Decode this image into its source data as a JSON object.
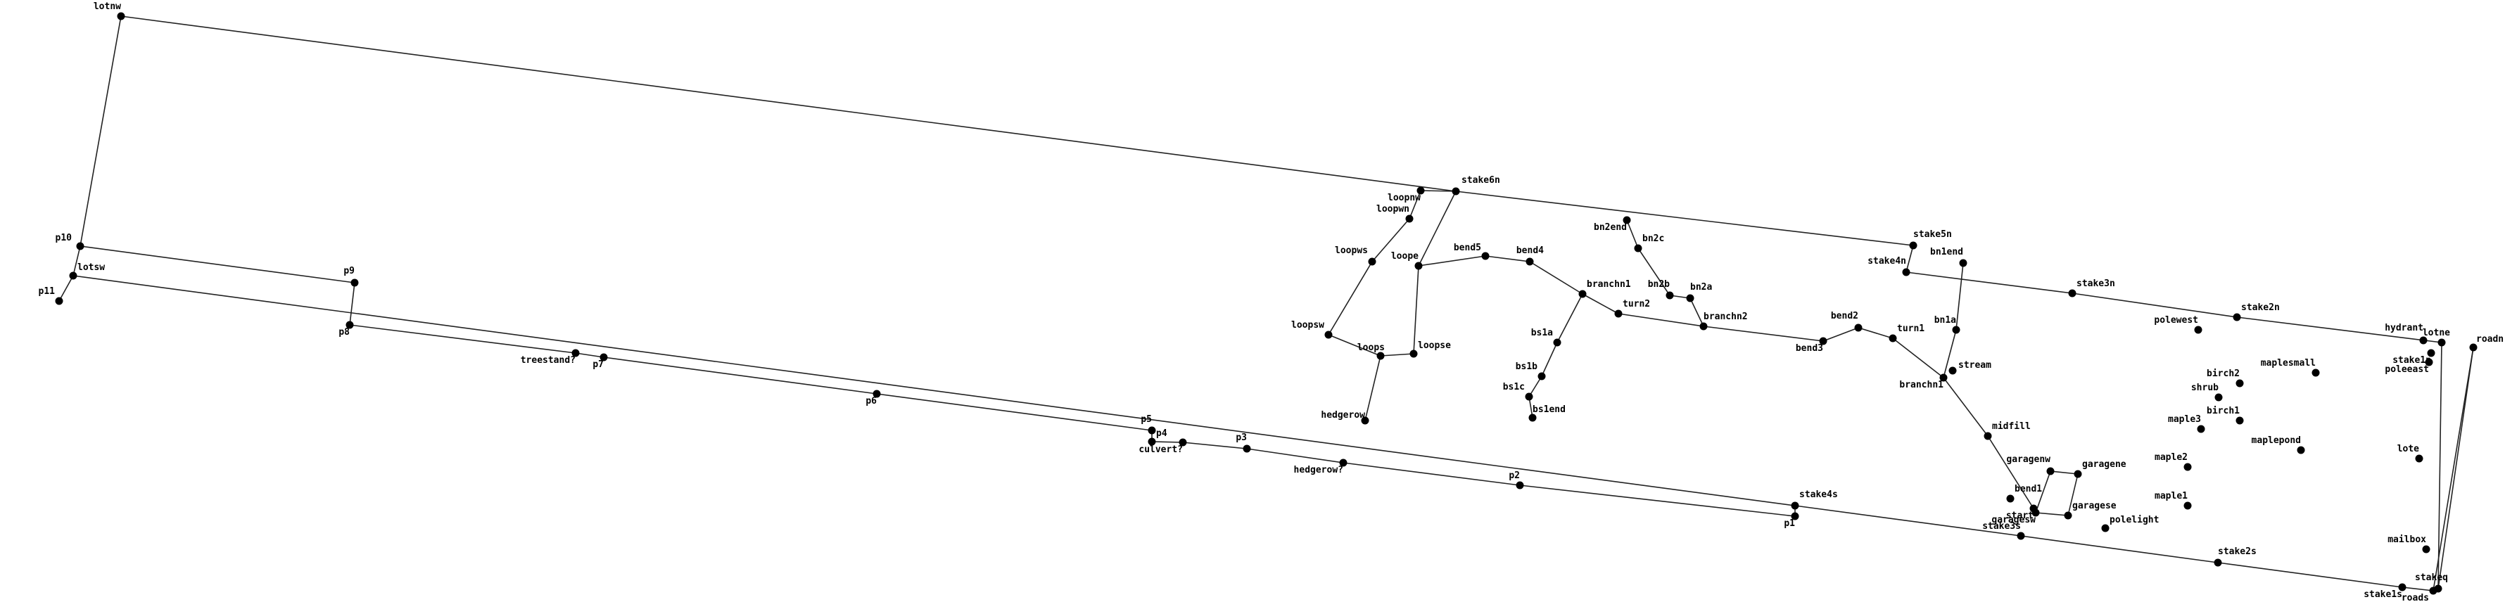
{
  "nodes": [
    {
      "id": "lotnw",
      "label": "lotnw"
    },
    {
      "id": "p10",
      "label": "p10"
    },
    {
      "id": "lotsw",
      "label": "lotsw"
    },
    {
      "id": "p11",
      "label": "p11"
    },
    {
      "id": "p9",
      "label": "p9"
    },
    {
      "id": "p8",
      "label": "p8"
    },
    {
      "id": "treestand",
      "label": "treestand?"
    },
    {
      "id": "p7",
      "label": "p7"
    },
    {
      "id": "p6",
      "label": "p6"
    },
    {
      "id": "p5",
      "label": "p5"
    },
    {
      "id": "p4",
      "label": "p4"
    },
    {
      "id": "culvert",
      "label": "culvert?"
    },
    {
      "id": "p3",
      "label": "p3"
    },
    {
      "id": "hedgerow2",
      "label": "hedgerow?"
    },
    {
      "id": "p2",
      "label": "p2"
    },
    {
      "id": "p1",
      "label": "p1"
    },
    {
      "id": "stake4s",
      "label": "stake4s"
    },
    {
      "id": "stake3s",
      "label": "stake3s"
    },
    {
      "id": "stake2s",
      "label": "stake2s"
    },
    {
      "id": "stake1s",
      "label": "stake1s"
    },
    {
      "id": "roads",
      "label": "roads"
    },
    {
      "id": "stake6n",
      "label": "stake6n"
    },
    {
      "id": "loopnw",
      "label": "loopnw"
    },
    {
      "id": "loopwn",
      "label": "loopwn"
    },
    {
      "id": "loopws",
      "label": "loopws"
    },
    {
      "id": "loope",
      "label": "loope"
    },
    {
      "id": "loopsw",
      "label": "loopsw"
    },
    {
      "id": "loops",
      "label": "loops"
    },
    {
      "id": "loopse",
      "label": "loopse"
    },
    {
      "id": "hedgerow",
      "label": "hedgerow"
    },
    {
      "id": "bend5",
      "label": "bend5"
    },
    {
      "id": "bend4",
      "label": "bend4"
    },
    {
      "id": "branchn1",
      "label": "branchn1"
    },
    {
      "id": "bs1a",
      "label": "bs1a"
    },
    {
      "id": "bs1b",
      "label": "bs1b"
    },
    {
      "id": "bs1c",
      "label": "bs1c"
    },
    {
      "id": "bs1end",
      "label": "bs1end"
    },
    {
      "id": "bn2end",
      "label": "bn2end"
    },
    {
      "id": "bn2c",
      "label": "bn2c"
    },
    {
      "id": "bn2b",
      "label": "bn2b"
    },
    {
      "id": "bn2a",
      "label": "bn2a"
    },
    {
      "id": "turn2",
      "label": "turn2"
    },
    {
      "id": "branchn2",
      "label": "branchn2"
    },
    {
      "id": "bend3",
      "label": "bend3"
    },
    {
      "id": "bend2",
      "label": "bend2"
    },
    {
      "id": "turn1",
      "label": "turn1"
    },
    {
      "id": "stake5n",
      "label": "stake5n"
    },
    {
      "id": "stake4n",
      "label": "stake4n"
    },
    {
      "id": "bn1end",
      "label": "bn1end"
    },
    {
      "id": "bn1a",
      "label": "bn1a"
    },
    {
      "id": "stream",
      "label": "stream"
    },
    {
      "id": "branchn1b",
      "label": "branchn1"
    },
    {
      "id": "midfill",
      "label": "midfill"
    },
    {
      "id": "garagenw",
      "label": "garagenw"
    },
    {
      "id": "garagene",
      "label": "garagene"
    },
    {
      "id": "bend1",
      "label": "bend1"
    },
    {
      "id": "garagese",
      "label": "garagese"
    },
    {
      "id": "start",
      "label": "start"
    },
    {
      "id": "garagesw",
      "label": "garagesw"
    },
    {
      "id": "polelight",
      "label": "polelight"
    },
    {
      "id": "stake3n",
      "label": "stake3n"
    },
    {
      "id": "stake2n",
      "label": "stake2n"
    },
    {
      "id": "polewest",
      "label": "polewest"
    },
    {
      "id": "maplesmall",
      "label": "maplesmall"
    },
    {
      "id": "birch2",
      "label": "birch2"
    },
    {
      "id": "shrub",
      "label": "shrub"
    },
    {
      "id": "birch1",
      "label": "birch1"
    },
    {
      "id": "maple3",
      "label": "maple3"
    },
    {
      "id": "maplepond",
      "label": "maplepond"
    },
    {
      "id": "maple2",
      "label": "maple2"
    },
    {
      "id": "maple1",
      "label": "maple1"
    },
    {
      "id": "hydrant",
      "label": "hydrant"
    },
    {
      "id": "lotne",
      "label": "lotne"
    },
    {
      "id": "roadn",
      "label": "roadn"
    },
    {
      "id": "stake1n",
      "label": "stake1n"
    },
    {
      "id": "poleeast",
      "label": "poleeast"
    },
    {
      "id": "lote",
      "label": "lote"
    },
    {
      "id": "mailbox",
      "label": "mailbox"
    },
    {
      "id": "stakeq",
      "label": "stakeq"
    }
  ],
  "edges": [
    [
      "lotnw",
      "p10"
    ],
    [
      "p10",
      "lotsw"
    ],
    [
      "lotsw",
      "p11"
    ],
    [
      "lotnw",
      "stake6n"
    ],
    [
      "stake6n",
      "stake5n"
    ],
    [
      "stake5n",
      "stake4n"
    ],
    [
      "stake4n",
      "stake3n"
    ],
    [
      "stake3n",
      "stake2n"
    ],
    [
      "stake2n",
      "lotne"
    ],
    [
      "p10",
      "p9"
    ],
    [
      "p9",
      "p8"
    ],
    [
      "p8",
      "treestand"
    ],
    [
      "treestand",
      "p7"
    ],
    [
      "p7",
      "p6"
    ],
    [
      "p6",
      "p5"
    ],
    [
      "p5",
      "p4"
    ],
    [
      "p4",
      "culvert"
    ],
    [
      "culvert",
      "p3"
    ],
    [
      "p3",
      "hedgerow2"
    ],
    [
      "hedgerow2",
      "p2"
    ],
    [
      "p2",
      "p1"
    ],
    [
      "p1",
      "stake4s"
    ],
    [
      "lotsw",
      "stake4s"
    ],
    [
      "stake4s",
      "stake3s"
    ],
    [
      "stake3s",
      "stake2s"
    ],
    [
      "stake2s",
      "stake1s"
    ],
    [
      "stake1s",
      "roads"
    ],
    [
      "roads",
      "roadn"
    ],
    [
      "stake6n",
      "loopnw"
    ],
    [
      "loopnw",
      "loopwn"
    ],
    [
      "loopwn",
      "loopws"
    ],
    [
      "loopws",
      "loopsw"
    ],
    [
      "loopsw",
      "loops"
    ],
    [
      "loops",
      "loopse"
    ],
    [
      "loopse",
      "loope"
    ],
    [
      "loope",
      "stake6n"
    ],
    [
      "loops",
      "hedgerow"
    ],
    [
      "loope",
      "bend5"
    ],
    [
      "bend5",
      "bend4"
    ],
    [
      "bend4",
      "branchn1"
    ],
    [
      "branchn1",
      "bs1a"
    ],
    [
      "bs1a",
      "bs1b"
    ],
    [
      "bs1b",
      "bs1c"
    ],
    [
      "bs1c",
      "bs1end"
    ],
    [
      "branchn1",
      "turn2"
    ],
    [
      "turn2",
      "branchn2"
    ],
    [
      "branchn2",
      "bend3"
    ],
    [
      "bend3",
      "bend2"
    ],
    [
      "bend2",
      "turn1"
    ],
    [
      "turn1",
      "branchn1b"
    ],
    [
      "bn2end",
      "bn2c"
    ],
    [
      "bn2c",
      "bn2b"
    ],
    [
      "bn2b",
      "bn2a"
    ],
    [
      "bn2a",
      "branchn2"
    ],
    [
      "bn1end",
      "bn1a"
    ],
    [
      "bn1a",
      "branchn1b"
    ],
    [
      "branchn1b",
      "midfill"
    ],
    [
      "midfill",
      "start"
    ],
    [
      "garagenw",
      "garagene"
    ],
    [
      "garagene",
      "garagese"
    ],
    [
      "garagese",
      "garagesw"
    ],
    [
      "garagesw",
      "garagenw"
    ],
    [
      "lotne",
      "stakeq"
    ],
    [
      "roadn",
      "stakeq"
    ],
    [
      "stakeq",
      "roads"
    ]
  ]
}
